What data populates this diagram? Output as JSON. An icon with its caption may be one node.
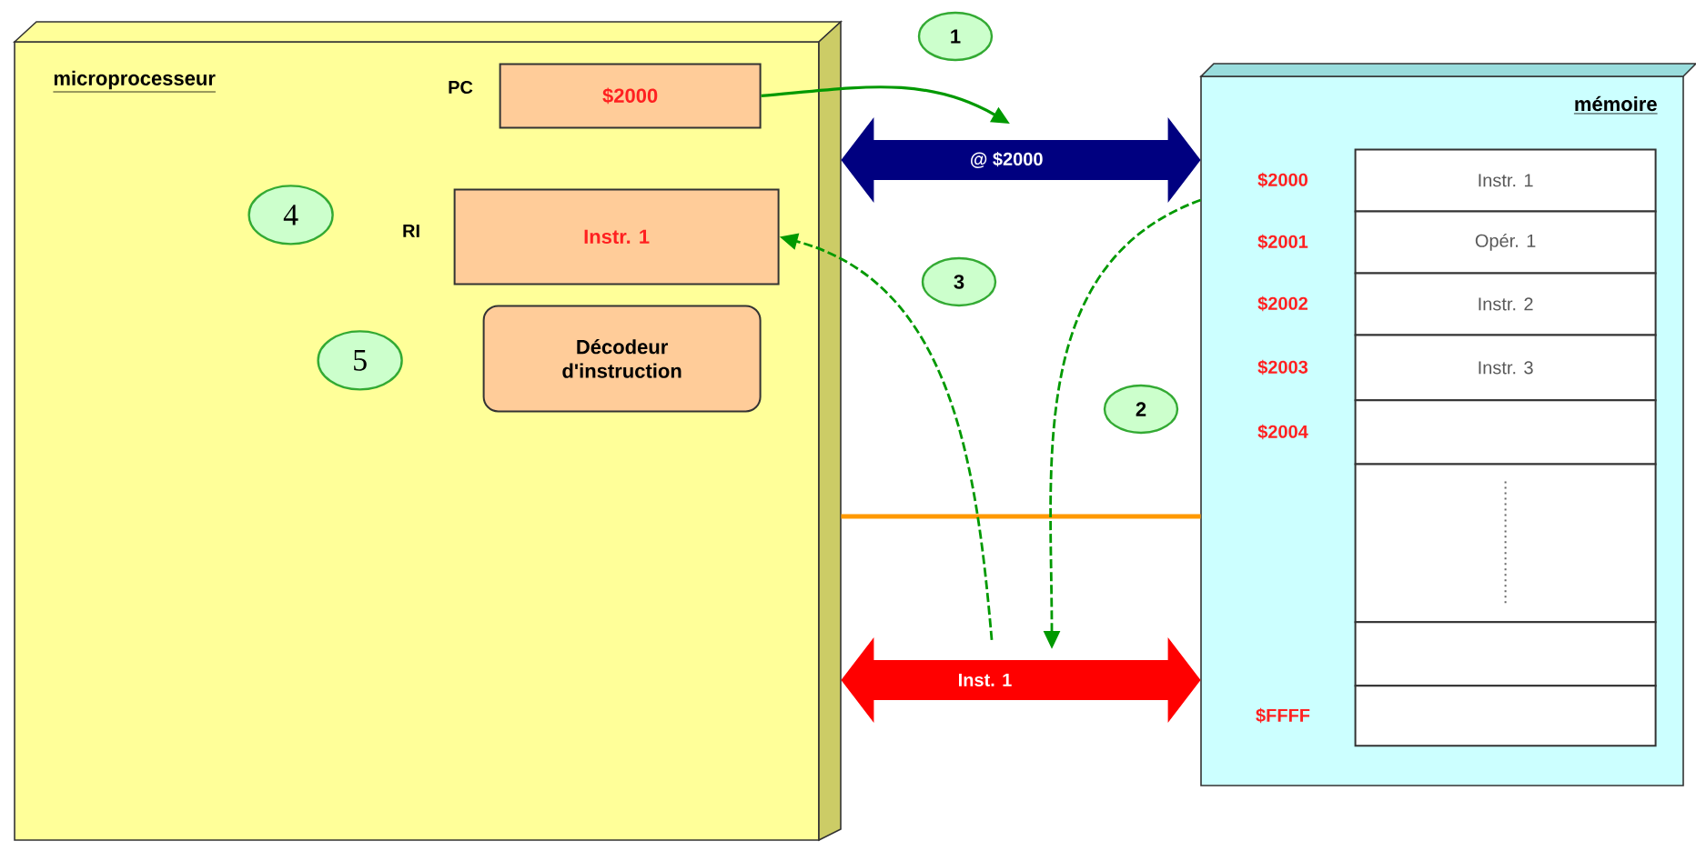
{
  "diagram": {
    "nodes": [
      {
        "text": [
          "microprocesseur"
        ]
      },
      {
        "text": [
          "$2000"
        ],
        "beside": [
          "PC"
        ],
        "in": 0
      },
      {
        "text": [
          "Instr. 1"
        ],
        "beside": [
          "RI"
        ],
        "in": 0
      },
      {
        "text": [
          "Décodeur d'instruction"
        ],
        "in": 0
      },
      {
        "text": [
          "4"
        ],
        "in": 0
      },
      {
        "text": [
          "5"
        ],
        "in": 0
      },
      {
        "text": [
          "mémoire"
        ]
      },
      {
        "text": [
          "Instr. 1"
        ],
        "beside": [
          "$2000"
        ],
        "in": 6
      },
      {
        "text": [
          "Opér. 1"
        ],
        "beside": [
          "$2001"
        ],
        "in": 6
      },
      {
        "text": [
          "Instr. 2"
        ],
        "beside": [
          "$2002"
        ],
        "in": 6
      },
      {
        "text": [
          "Instr. 3"
        ],
        "beside": [
          "$2003"
        ],
        "in": 6
      },
      {
        "text": [],
        "shape": "box",
        "beside": [
          "$2004"
        ],
        "in": 6
      },
      {
        "text": [],
        "shape": "box",
        "in": 6
      },
      {
        "text": [],
        "shape": "box",
        "in": 6
      },
      {
        "text": [],
        "shape": "box",
        "beside": [
          "$FFFF"
        ],
        "in": 6
      },
      {
        "text": [
          "1"
        ]
      },
      {
        "text": [
          "3"
        ]
      },
      {
        "text": [
          "2"
        ]
      }
    ],
    "edges": [
      {
        "from": 0,
        "to": 6,
        "arrow": "both",
        "label": "@ $2000",
        "style": "thick",
        "color": "#000080"
      },
      {
        "from": 0,
        "to": 6,
        "arrow": "none",
        "color": "#ff9900"
      },
      {
        "from": 0,
        "to": 6,
        "arrow": "both",
        "label": "Inst. 1",
        "style": "thick",
        "color": "#ff0000"
      },
      {
        "from": 1,
        "to": null,
        "arrow": "to",
        "color": "#009900"
      },
      {
        "from": 6,
        "to": null,
        "arrow": "to",
        "style": "dashed",
        "color": "#009900"
      },
      {
        "from": null,
        "to": 2,
        "arrow": "to",
        "style": "dashed",
        "color": "#009900"
      }
    ]
  }
}
